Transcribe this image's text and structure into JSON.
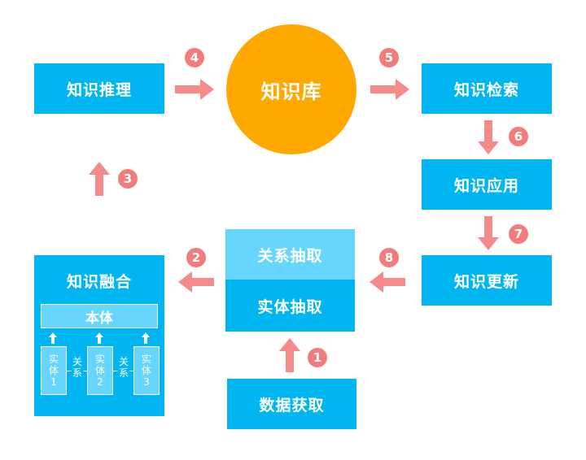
{
  "nodes": {
    "reasoning": "知识推理",
    "knowledge_base": "知识库",
    "retrieval": "知识检索",
    "application": "知识应用",
    "update": "知识更新",
    "relation_extraction": "关系抽取",
    "entity_extraction": "实体抽取",
    "data_acquisition": "数据获取",
    "fusion": "知识融合"
  },
  "fusion_detail": {
    "ontology": "本体",
    "entities": [
      {
        "line1": "实",
        "line2": "体",
        "line3": "1"
      },
      {
        "line1": "实",
        "line2": "体",
        "line3": "2"
      },
      {
        "line1": "实",
        "line2": "体",
        "line3": "3"
      }
    ],
    "relations": [
      {
        "line1": "关",
        "line2": "系"
      },
      {
        "line1": "关",
        "line2": "系"
      }
    ]
  },
  "steps": [
    "1",
    "2",
    "3",
    "4",
    "5",
    "6",
    "7",
    "8"
  ],
  "colors": {
    "box": "#00b5f0",
    "box_light": "#66d6ff",
    "core": "#ffa800",
    "arrow": "#f58a8a",
    "badge": "#f07c7c"
  }
}
